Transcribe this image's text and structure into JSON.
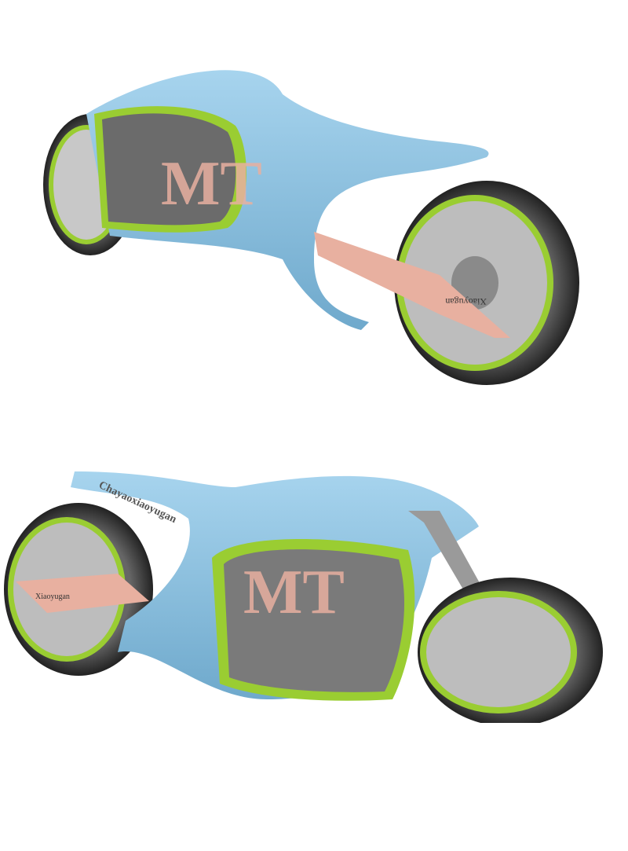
{
  "scene": {
    "description": "Two rendered views of a concept motorcycle",
    "background": "#ffffff"
  },
  "views": [
    {
      "id": "rear-three-quarter",
      "swingarm_text": "Xiaoyugan",
      "body_logo": "MT",
      "colors": {
        "body": "#8fc3e2",
        "trim": "#9acd32",
        "arm": "#e8b0a0",
        "tire": "#444444",
        "rim": "#b0b0b0"
      }
    },
    {
      "id": "front-three-quarter",
      "body_text": "Chayaoxiaoyugan",
      "swingarm_text": "Xiaoyugan",
      "body_logo": "MT",
      "colors": {
        "body": "#8fc3e2",
        "trim": "#9acd32",
        "arm": "#e8b0a0",
        "tire": "#444444",
        "rim": "#b0b0b0"
      }
    }
  ]
}
